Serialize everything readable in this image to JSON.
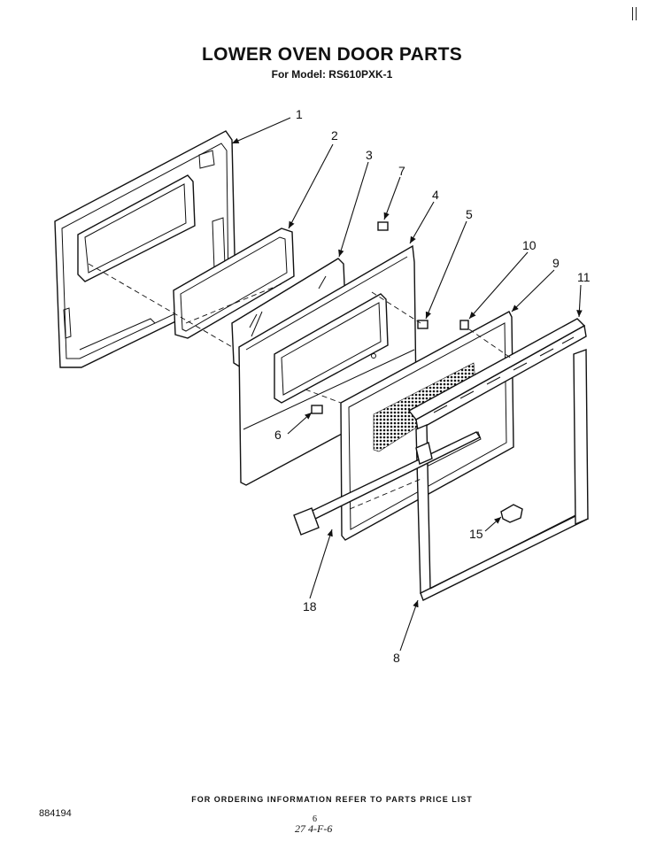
{
  "title": "LOWER OVEN DOOR PARTS",
  "subtitle": "For Model: RS610PXK-1",
  "footer": "FOR ORDERING INFORMATION REFER TO PARTS PRICE LIST",
  "doc_number": "884194",
  "page_number": "6",
  "handwritten_note": "27 4-F-6",
  "callouts": {
    "c1": "1",
    "c2": "2",
    "c3": "3",
    "c4": "4",
    "c5": "5",
    "c6": "6",
    "c7": "7",
    "c8": "8",
    "c9": "9",
    "c10": "10",
    "c11": "11",
    "c15": "15",
    "c18": "18"
  }
}
